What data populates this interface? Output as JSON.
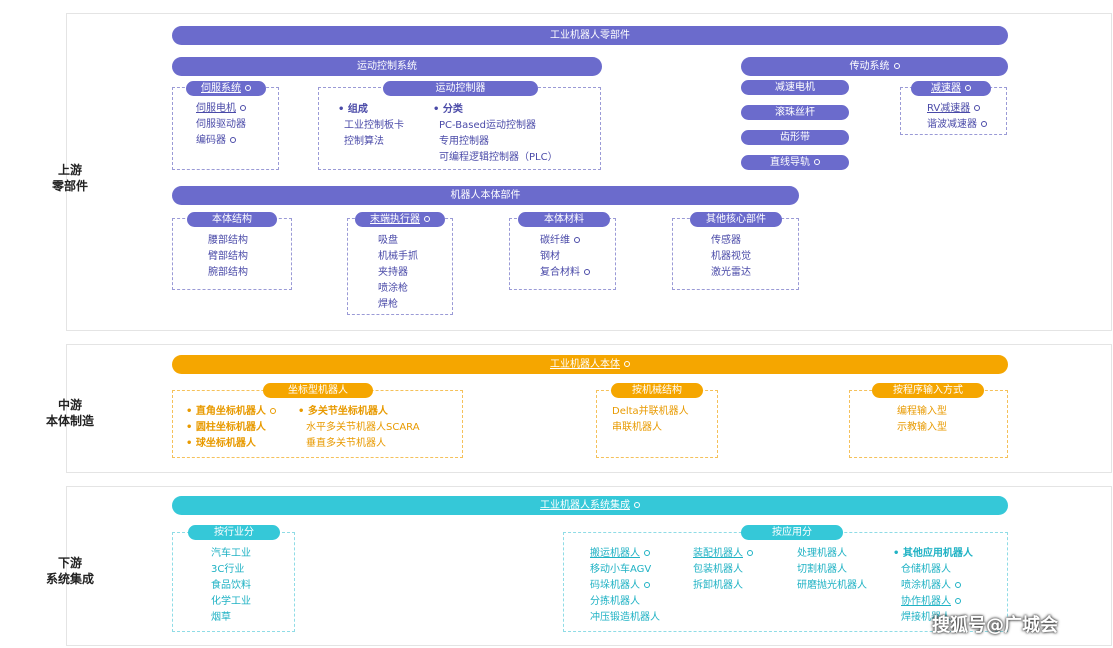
{
  "upstream": {
    "label_line1": "上游",
    "label_line2": "零部件",
    "main_bar": "工业机器人零部件",
    "motion_bar": "运动控制系统",
    "servo": {
      "title": "伺服系统",
      "items": [
        "伺服电机",
        "伺服驱动器",
        "编码器"
      ]
    },
    "controller": {
      "title": "运动控制器",
      "comp_title": "组成",
      "comp_items": [
        "工业控制板卡",
        "控制算法"
      ],
      "class_title": "分类",
      "class_items": [
        "PC-Based运动控制器",
        "专用控制器",
        "可编程逻辑控制器（PLC）"
      ]
    },
    "transmission_bar": "传动系统",
    "trans_items": [
      "减速电机",
      "滚珠丝杆",
      "齿形带",
      "直线导轨"
    ],
    "reducer": {
      "title": "减速器",
      "items": [
        "RV减速器",
        "谐波减速器"
      ]
    },
    "body_bar": "机器人本体部件",
    "structure": {
      "title": "本体结构",
      "items": [
        "腰部结构",
        "臂部结构",
        "腕部结构"
      ]
    },
    "end_effector": {
      "title": "末端执行器",
      "items": [
        "吸盘",
        "机械手抓",
        "夹持器",
        "喷涂枪",
        "焊枪"
      ]
    },
    "materials": {
      "title": "本体材料",
      "items": [
        "碳纤维",
        "钢材",
        "复合材料"
      ]
    },
    "core": {
      "title": "其他核心部件",
      "items": [
        "传感器",
        "机器视觉",
        "激光雷达"
      ]
    }
  },
  "midstream": {
    "label_line1": "中游",
    "label_line2": "本体制造",
    "main_bar": "工业机器人本体",
    "coord": {
      "title": "坐标型机器人",
      "left_items": [
        "直角坐标机器人",
        "圆柱坐标机器人",
        "球坐标机器人"
      ],
      "right_items": [
        "多关节坐标机器人",
        "水平多关节机器人SCARA",
        "垂直多关节机器人"
      ]
    },
    "mech": {
      "title": "按机械结构",
      "items": [
        "Delta并联机器人",
        "串联机器人"
      ]
    },
    "program": {
      "title": "按程序输入方式",
      "items": [
        "编程输入型",
        "示教输入型"
      ]
    }
  },
  "downstream": {
    "label_line1": "下游",
    "label_line2": "系统集成",
    "main_bar": "工业机器人系统集成",
    "industry": {
      "title": "按行业分",
      "items": [
        "汽车工业",
        "3C行业",
        "食品饮料",
        "化学工业",
        "烟草"
      ]
    },
    "application": {
      "title": "按应用分",
      "col1": [
        "搬运机器人",
        "移动小车AGV",
        "码垛机器人",
        "分拣机器人",
        "冲压锻造机器人"
      ],
      "col2": [
        "装配机器人",
        "包装机器人",
        "拆卸机器人"
      ],
      "col3": [
        "处理机器人",
        "切割机器人",
        "研磨抛光机器人"
      ],
      "col4_title": "其他应用机器人",
      "col4": [
        "仓储机器人",
        "喷涂机器人",
        "协作机器人",
        "焊接机器人"
      ]
    }
  },
  "watermark": "搜狐号@广城会",
  "colors": {
    "purple": "#6b6bcc",
    "orange": "#f5a600",
    "cyan": "#35c8d8"
  }
}
